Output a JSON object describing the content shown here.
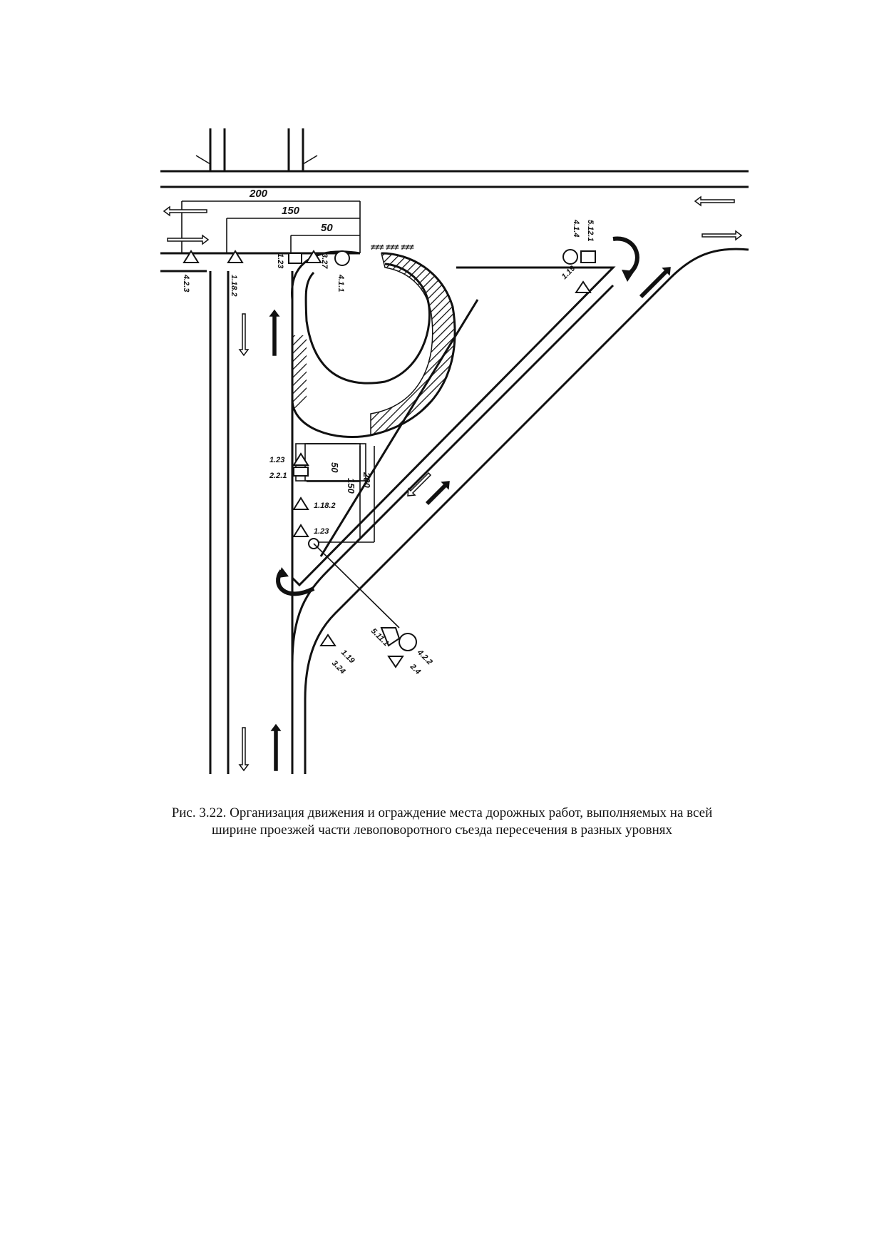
{
  "figure": {
    "caption_line1": "Рис. 3.22. Организация движения и ограждение места дорожных работ, выполняемых на всей",
    "caption_line2": "ширине проезжей части левоповоротного съезда пересечения в разных уровнях",
    "dimensions_top": [
      "200",
      "150",
      "50"
    ],
    "dimensions_side": [
      "50",
      "150",
      "200"
    ],
    "sign_labels": {
      "top_left": "4.2.3",
      "top_1": "1.18.2",
      "top_2": "1.23",
      "top_3": "3.27",
      "top_4": "4.1.1",
      "top_right_1": "4.1.4",
      "top_right_2": "5.12.1",
      "ramp_1": "1.19",
      "left_1": "1.23",
      "left_2": "2.2.1",
      "left_3": "1.18.2",
      "left_4": "1.23",
      "bottom_1": "1.19",
      "bottom_2": "3.24",
      "bottom_3": "5.11.1",
      "bottom_4": "4.2.2",
      "bottom_5": "2.4"
    },
    "colors": {
      "ink": "#111111",
      "paper": "#ffffff"
    }
  }
}
